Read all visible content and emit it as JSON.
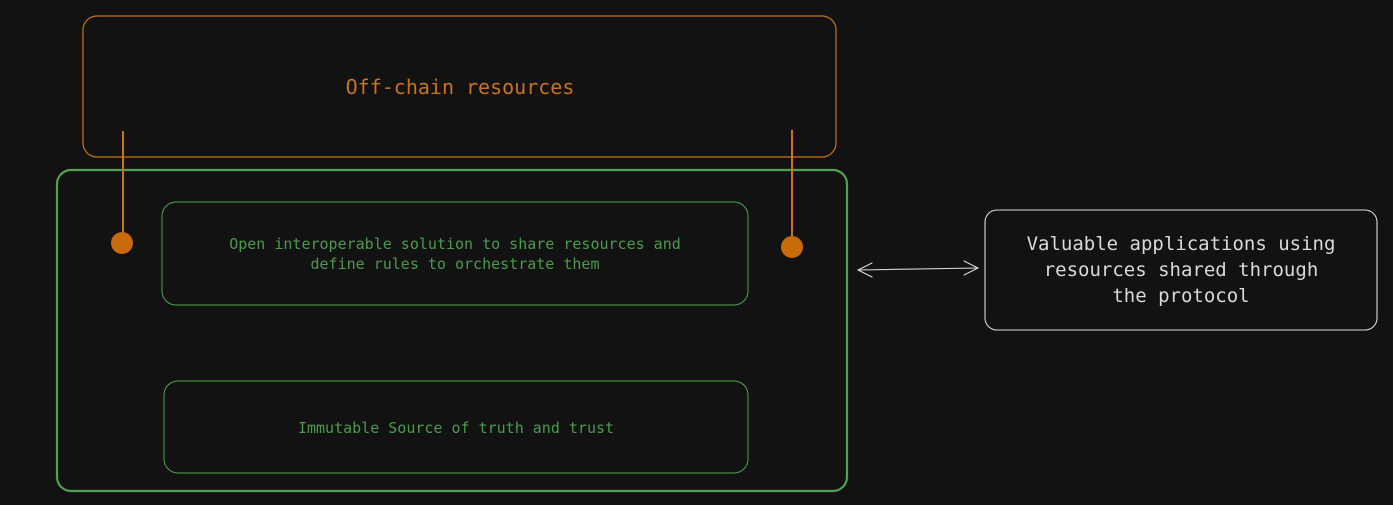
{
  "colors": {
    "background": "#121212",
    "offchain": "#c8741a",
    "protocol": "#4fa34f",
    "protocol_text": "#4d9a4d",
    "apps": "#d9d9d9",
    "connector_dot": "#c86a0a"
  },
  "nodes": {
    "offchain": {
      "label": "Off-chain resources"
    },
    "open_solution": {
      "label": "Open interoperable solution to share resources and\ndefine rules to orchestrate them"
    },
    "immutable": {
      "label": "Immutable Source of truth and trust"
    },
    "applications": {
      "label": "Valuable applications using\nresources shared through\nthe protocol"
    }
  },
  "edges": [
    {
      "from": "offchain",
      "to": "open_solution",
      "style": "line-with-dot",
      "side": "left"
    },
    {
      "from": "offchain",
      "to": "open_solution",
      "style": "line-with-dot",
      "side": "right"
    },
    {
      "from": "protocol",
      "to": "applications",
      "style": "double-arrow"
    }
  ]
}
